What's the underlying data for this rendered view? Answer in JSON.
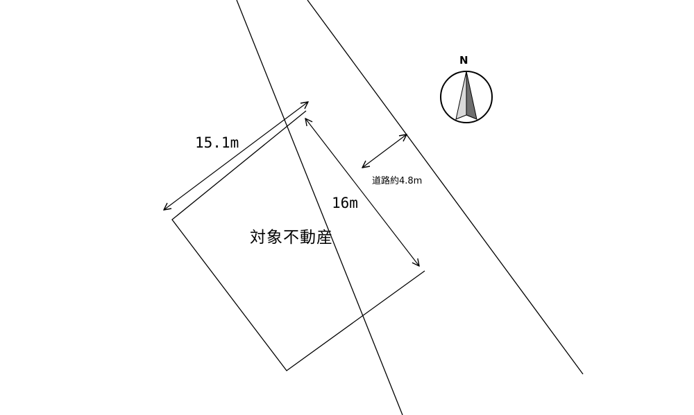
{
  "plan": {
    "property_label": "対象不動産",
    "frontage_width": "15.1m",
    "depth": "16m",
    "road_width": "道路約4.8m",
    "compass_letter": "N",
    "colors": {
      "line": "#000000",
      "background": "#ffffff",
      "arrow_light": "#d9d9d9",
      "arrow_dark": "#6e6e6e"
    }
  }
}
